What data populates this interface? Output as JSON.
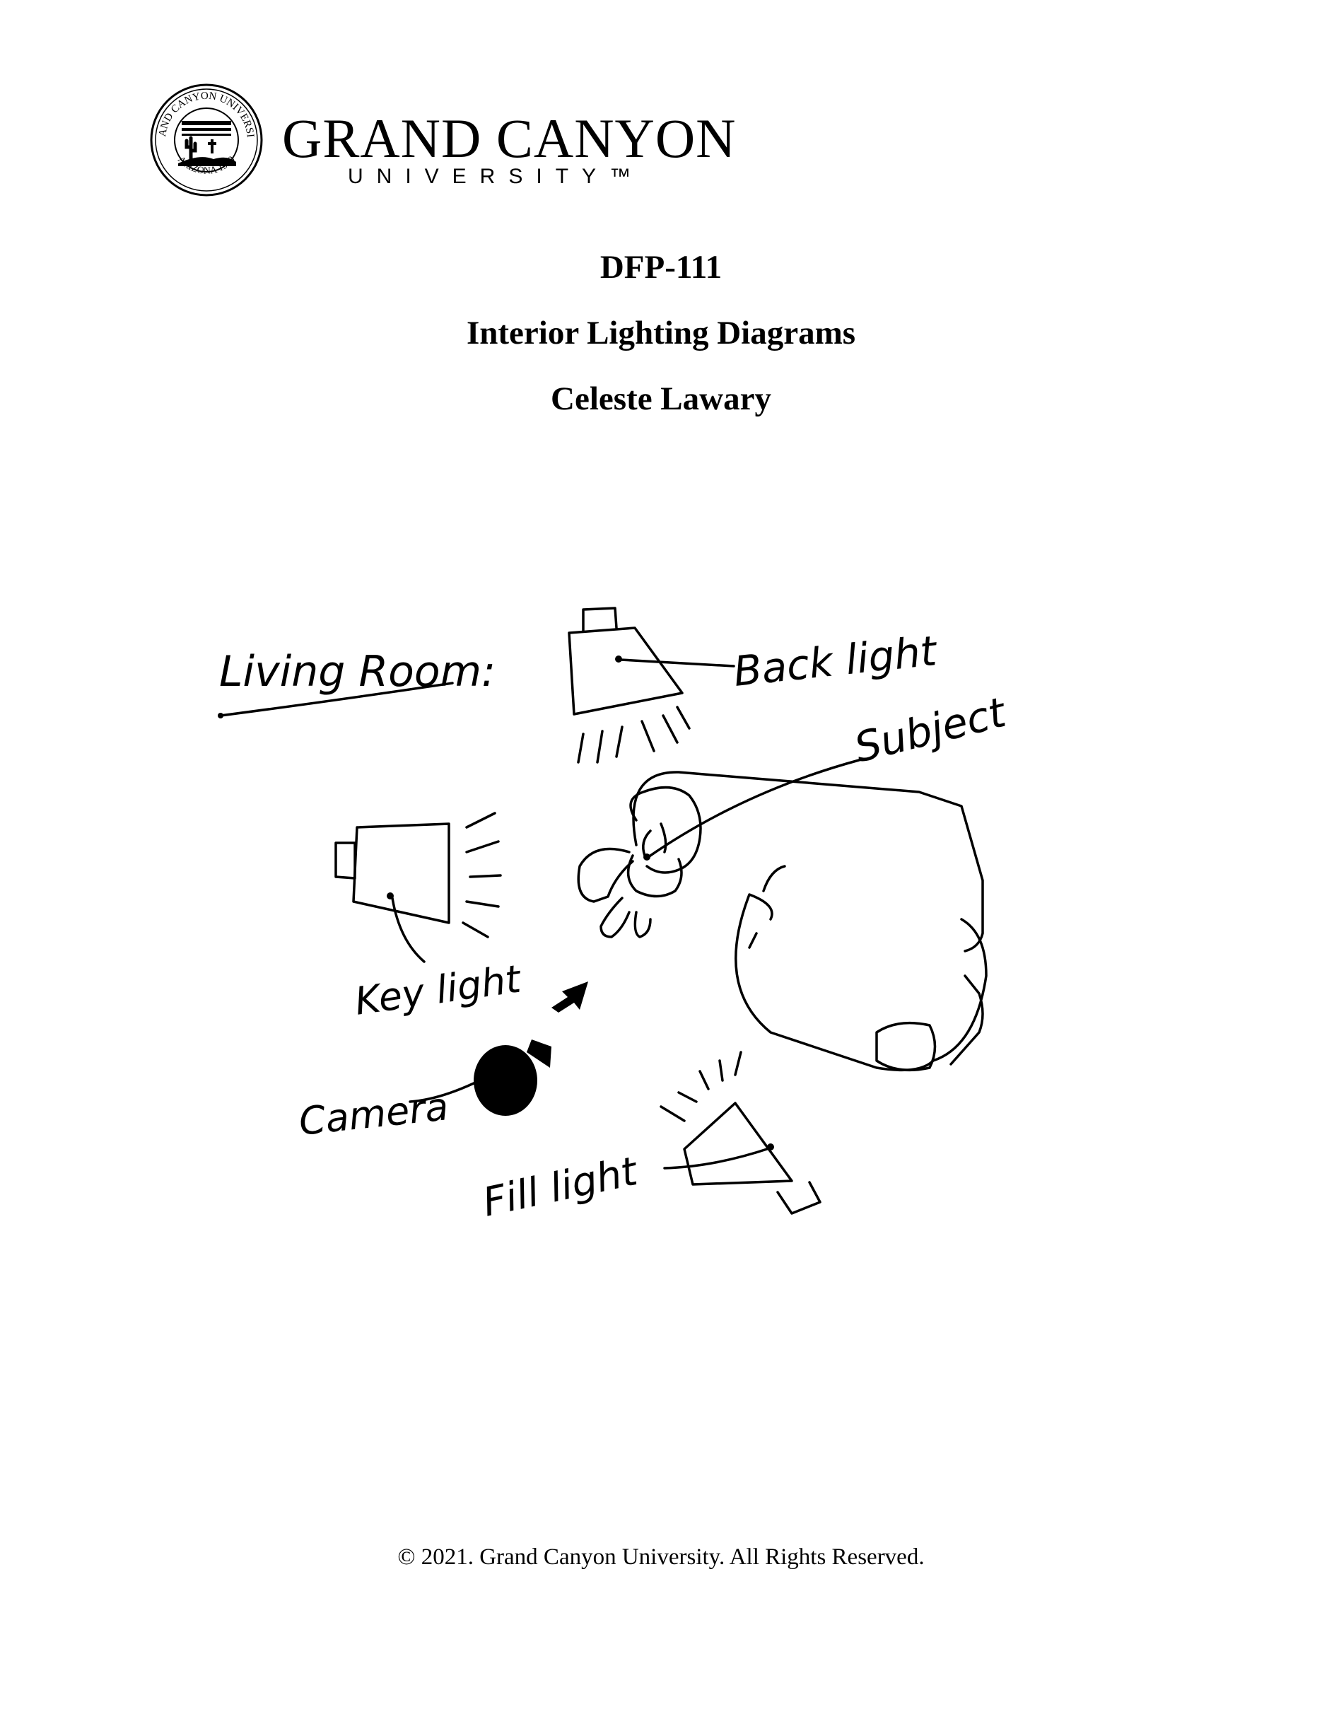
{
  "header": {
    "logo": {
      "seal_text_top": "GRAND CANYON UNIVERSITY",
      "seal_text_bottom": "ARIZONA 1949",
      "wordmark": "GRAND CANYON",
      "subtitle": "UNIVERSITY™"
    }
  },
  "document": {
    "course": "DFP-111",
    "title": "Interior Lighting Diagrams",
    "author": "Celeste Lawary"
  },
  "diagram": {
    "room_label": "Living Room:",
    "labels": {
      "back_light": "Back light",
      "subject": "Subject",
      "key_light": "Key light",
      "camera": "Camera",
      "fill_light": "Fill light"
    }
  },
  "footer": {
    "copyright": "© 2021. Grand Canyon University. All Rights Reserved."
  }
}
